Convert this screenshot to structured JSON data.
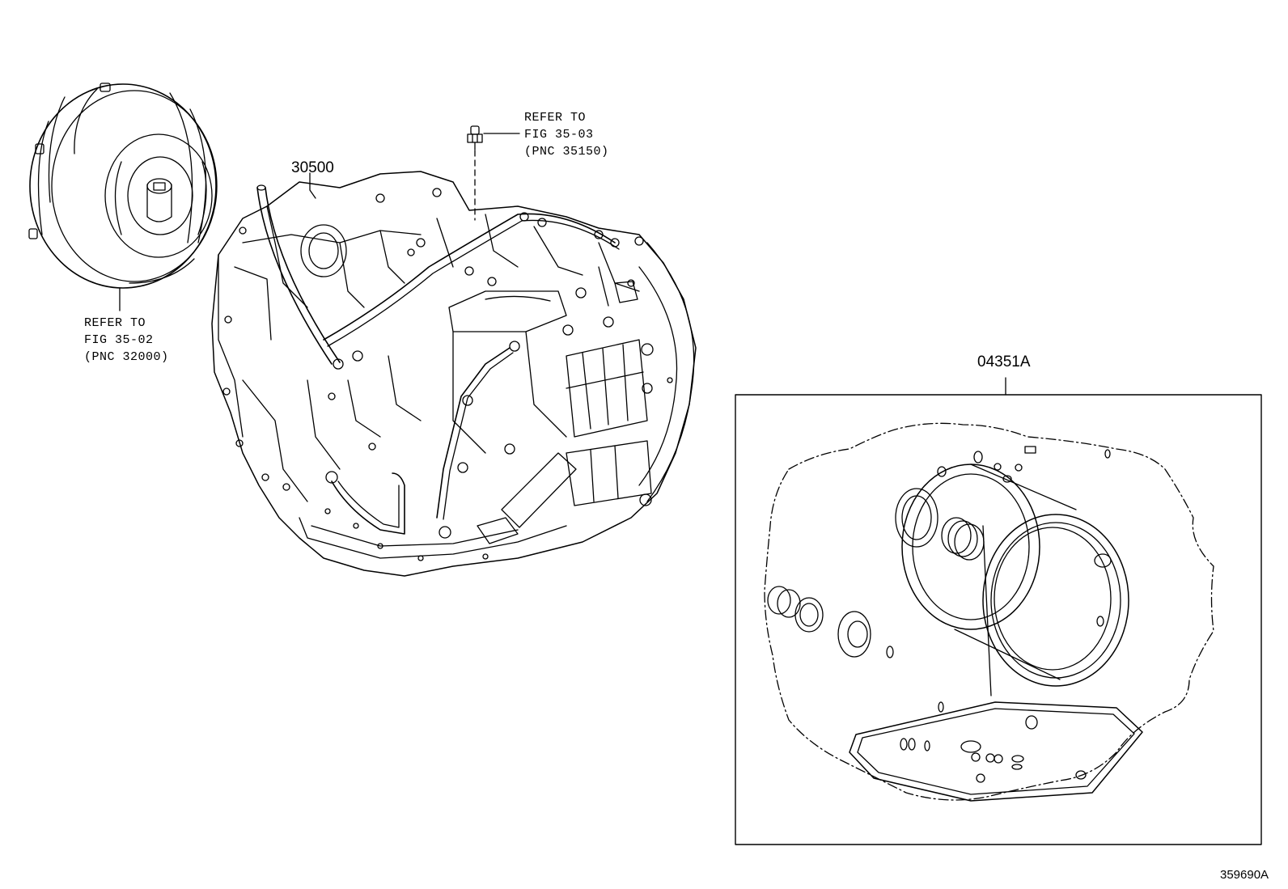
{
  "parts": {
    "transmission_assy": {
      "part_no": "30500"
    },
    "overhaul_kit": {
      "part_no": "04351A"
    }
  },
  "references": {
    "torque_converter": {
      "line1": "REFER TO",
      "line2": "FIG 35-02",
      "line3": "(PNC 32000)"
    },
    "breather_plug": {
      "line1": "REFER TO",
      "line2": "FIG 35-03",
      "line3": "(PNC 35150)"
    }
  },
  "figure_id": "359690A"
}
